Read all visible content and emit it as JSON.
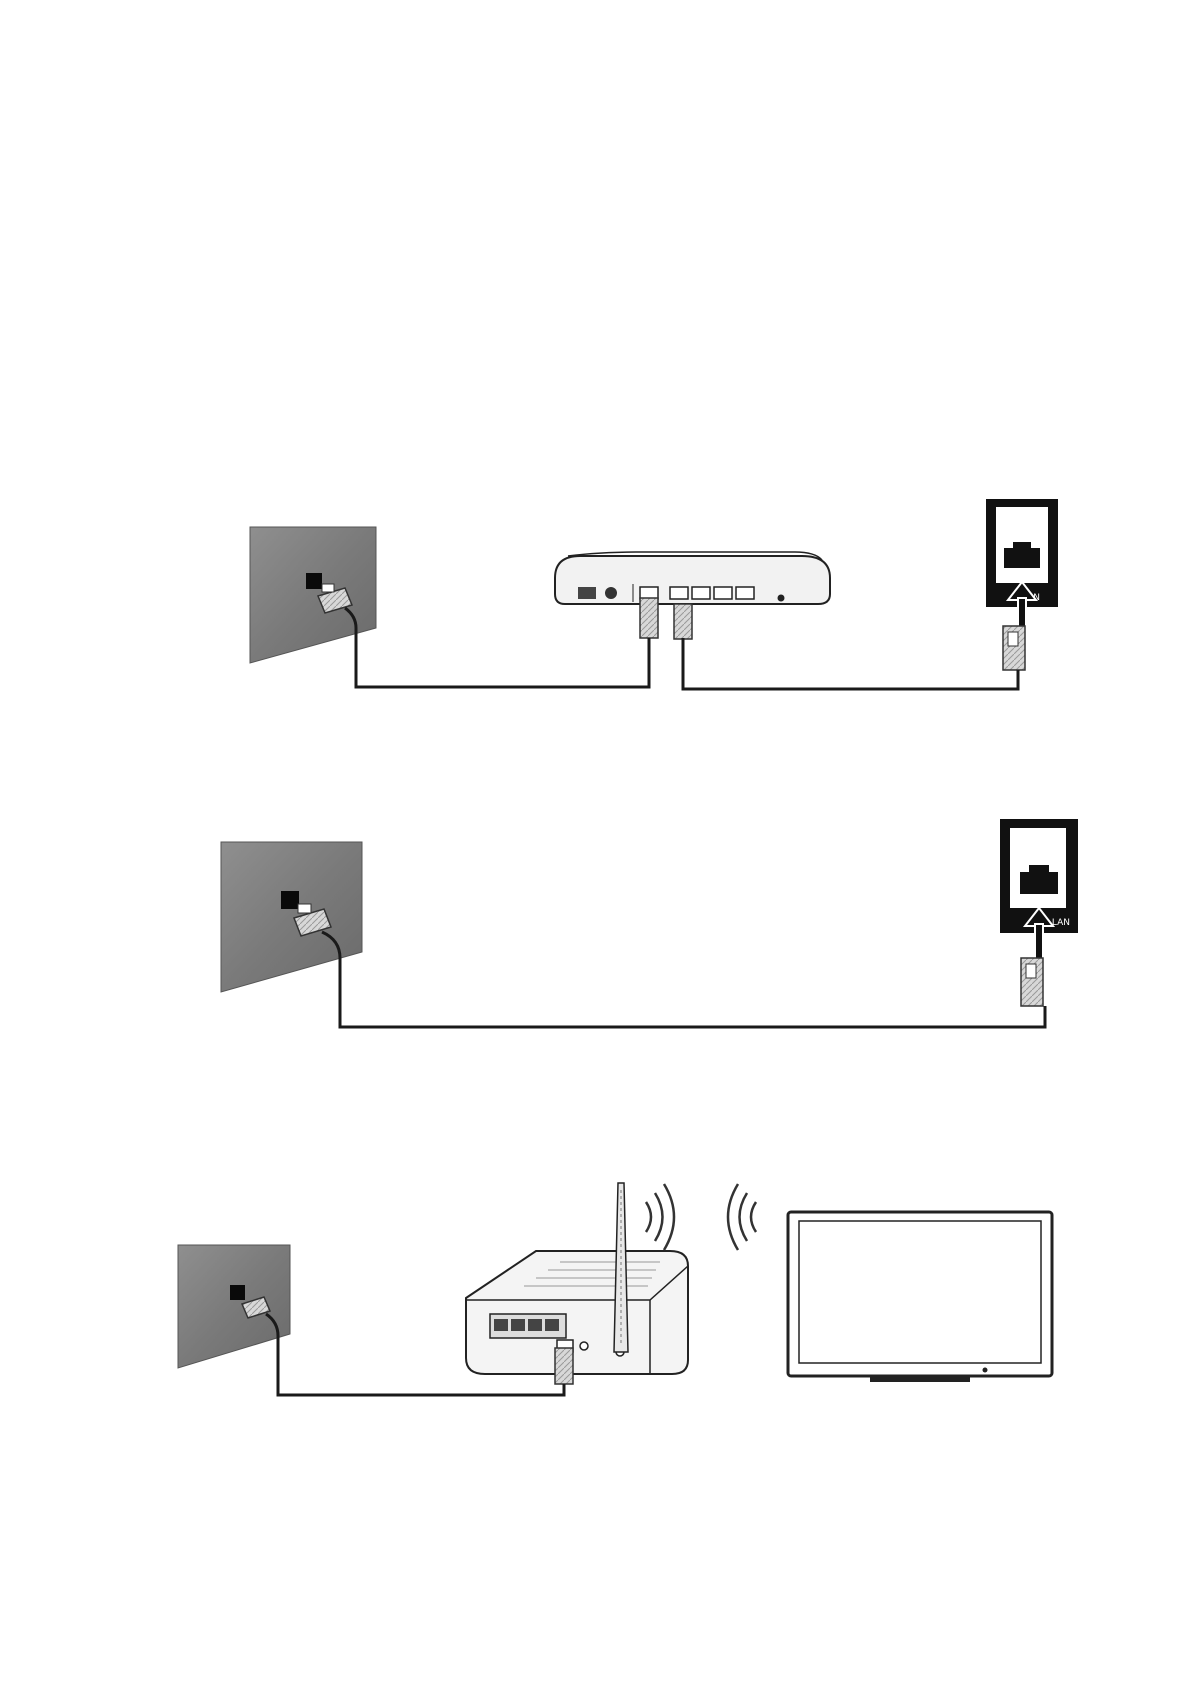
{
  "diagrams": [
    {
      "id": "wired-via-router",
      "components": [
        "wall-jack",
        "router",
        "tv-lan-port"
      ],
      "connections": [
        {
          "from": "wall-jack",
          "to": "router-wan-port",
          "medium": "cable"
        },
        {
          "from": "router-lan-port",
          "to": "tv-lan-port",
          "medium": "cable"
        }
      ]
    },
    {
      "id": "wired-direct",
      "components": [
        "wall-jack",
        "tv-lan-port"
      ],
      "connections": [
        {
          "from": "wall-jack",
          "to": "tv-lan-port",
          "medium": "cable"
        }
      ]
    },
    {
      "id": "wireless-router",
      "components": [
        "wall-jack",
        "wireless-router",
        "tv"
      ],
      "connections": [
        {
          "from": "wall-jack",
          "to": "wireless-router",
          "medium": "cable"
        },
        {
          "from": "wireless-router",
          "to": "tv",
          "medium": "wireless"
        }
      ]
    }
  ],
  "tv_port_label": "LAN"
}
